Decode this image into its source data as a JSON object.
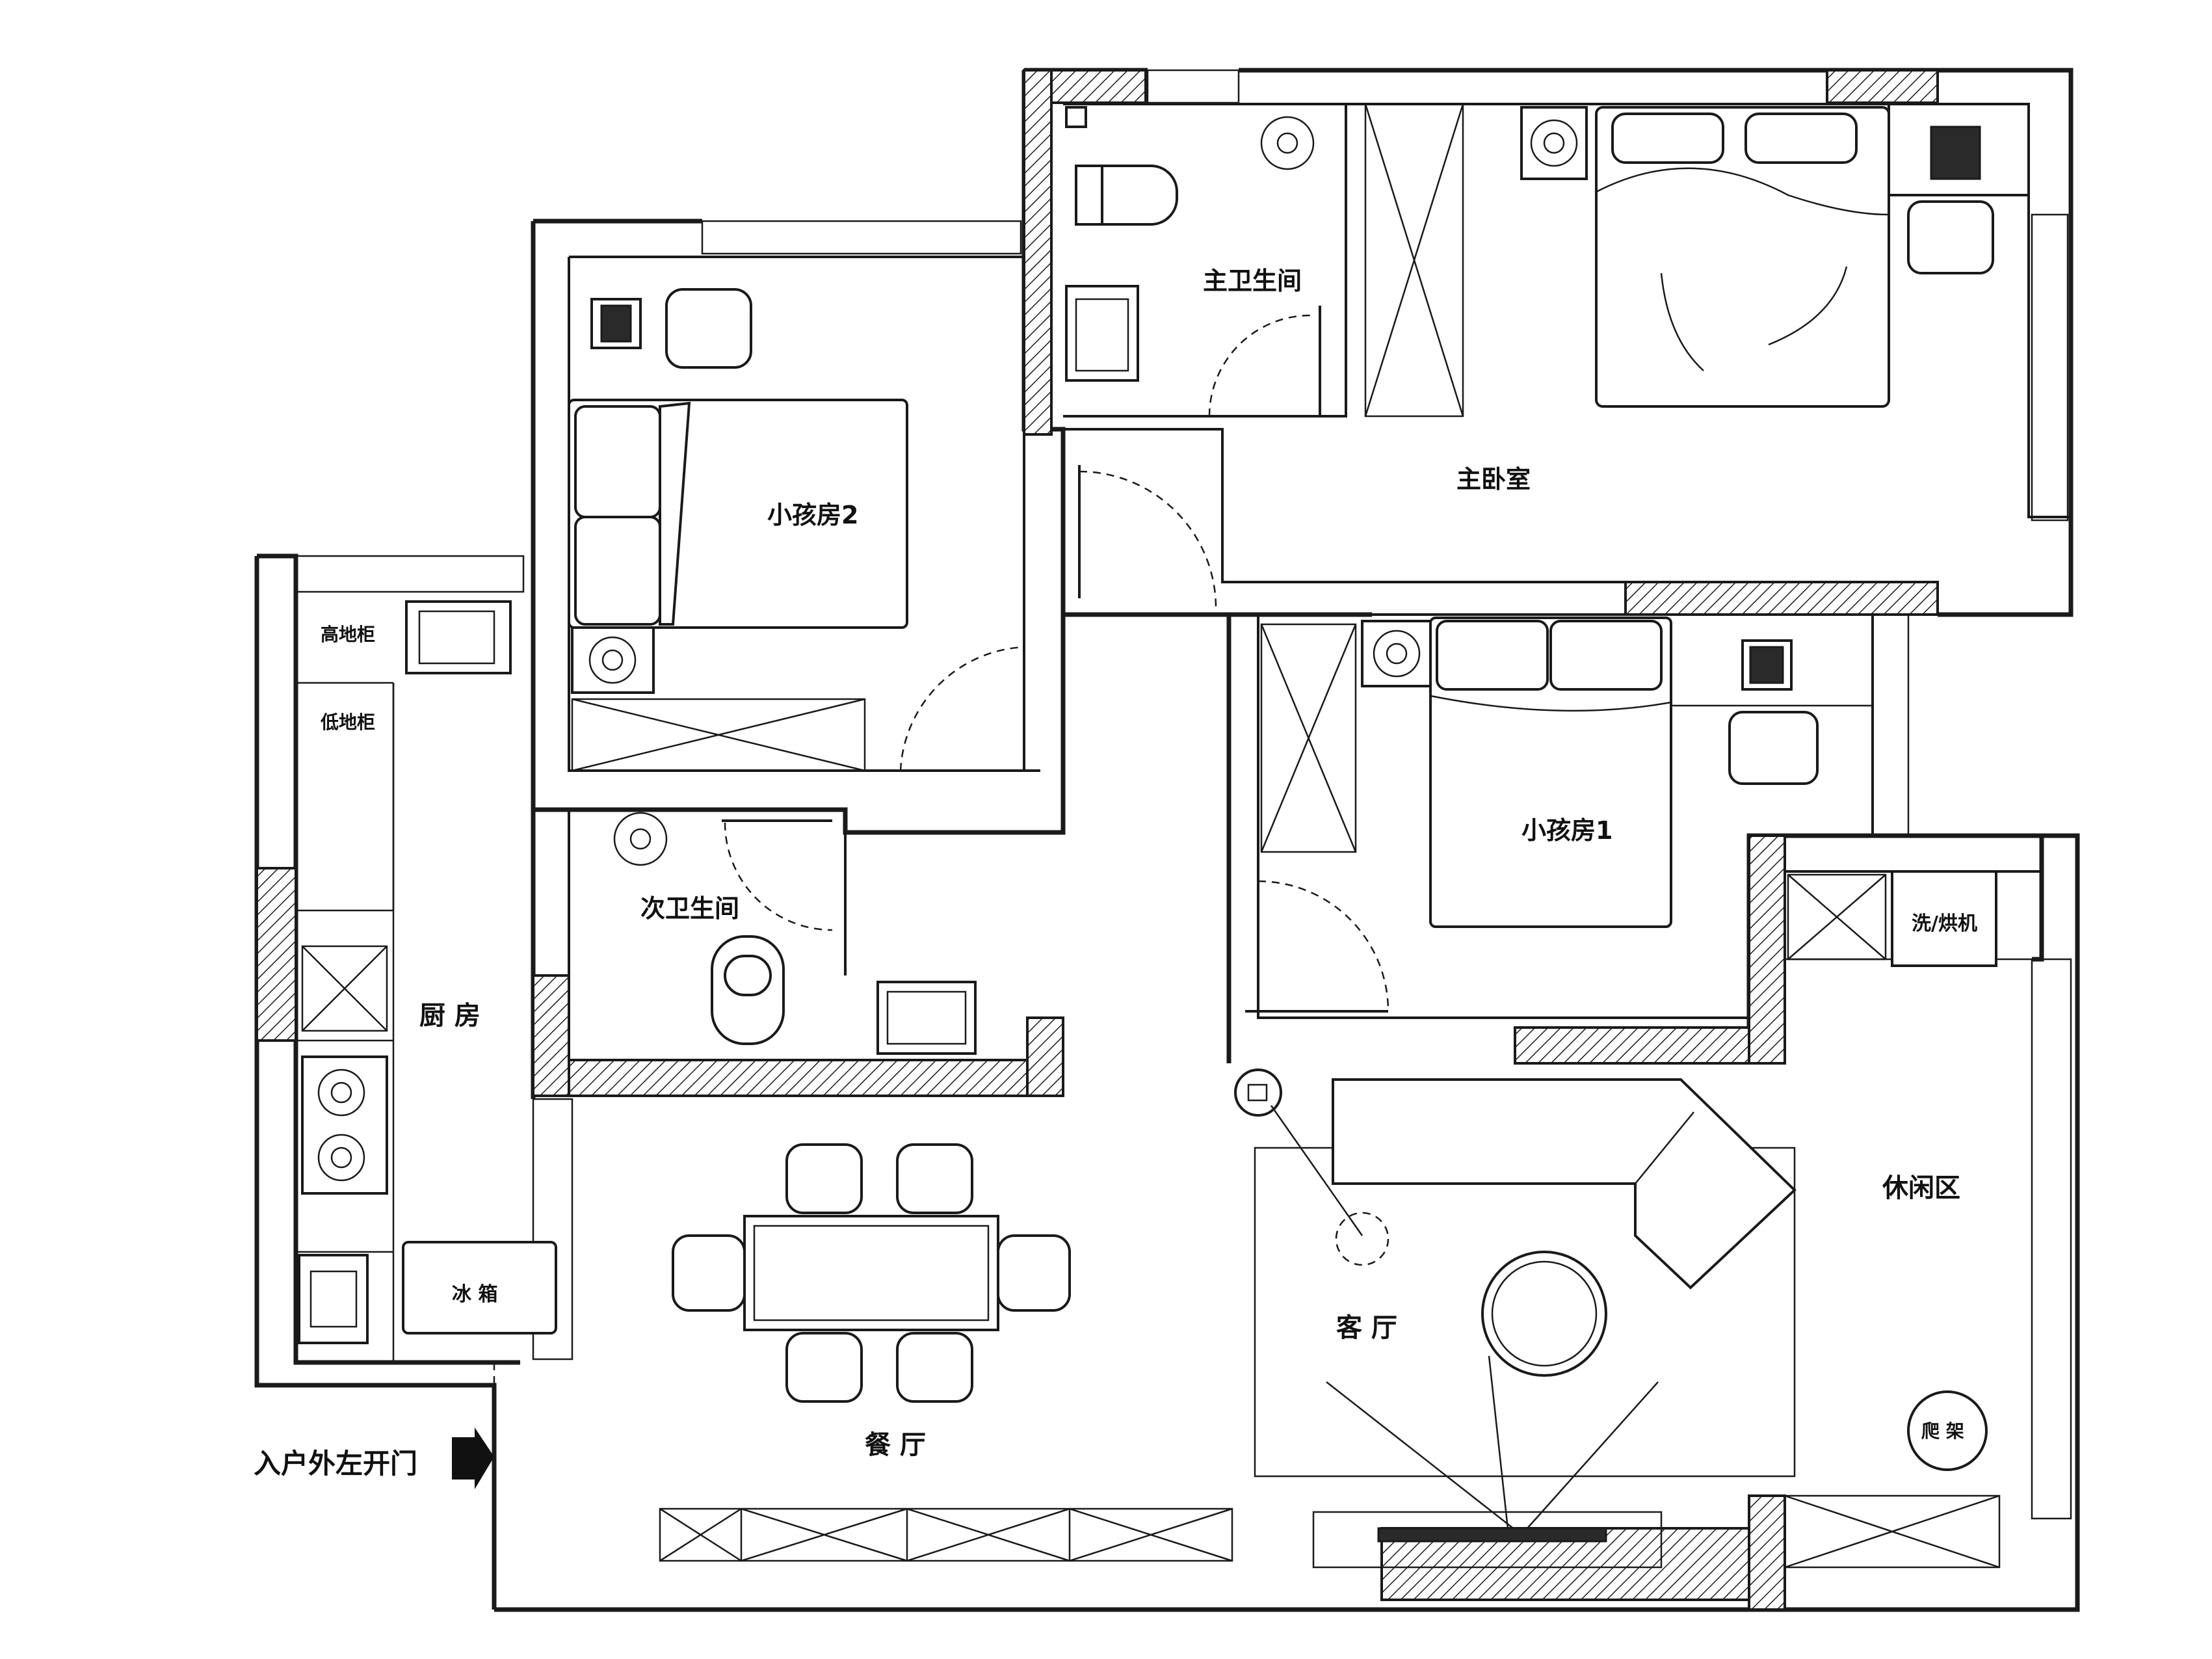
{
  "plan": {
    "rooms": {
      "master_bath": "主卫生间",
      "master_bedroom": "主卧室",
      "kids_room_2": "小孩房2",
      "kids_room_1": "小孩房1",
      "second_bath": "次卫生间",
      "kitchen": "厨 房",
      "dining": "餐 厅",
      "living": "客 厅",
      "leisure": "休闲区"
    },
    "fixtures": {
      "tall_cabinet": "高地柜",
      "low_cabinet": "低地柜",
      "fridge": "冰 箱",
      "washer_dryer": "洗/烘机",
      "plant": "爬 架"
    },
    "entrance": "入户外左开门"
  }
}
